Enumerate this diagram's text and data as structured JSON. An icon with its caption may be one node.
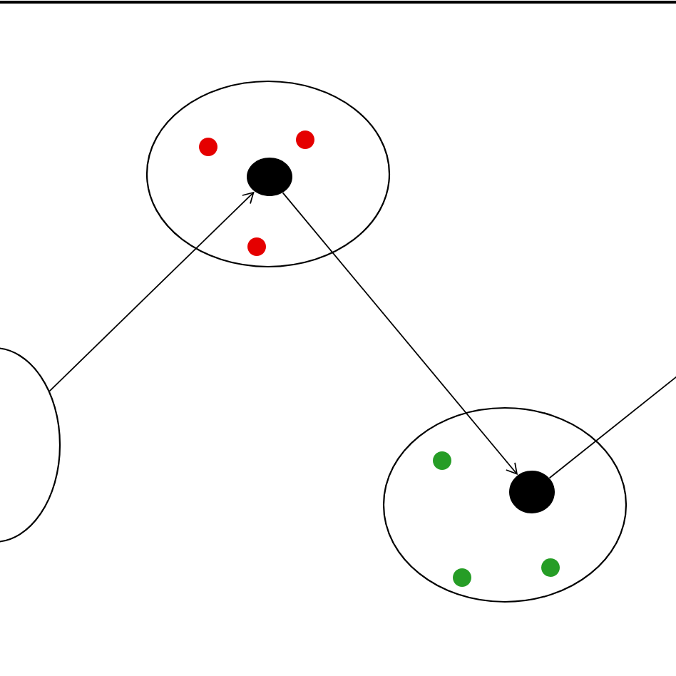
{
  "diagram": {
    "nodes": [
      {
        "text": [],
        "shape": "circle"
      },
      {
        "text": [],
        "shape": "circle"
      },
      {
        "text": [],
        "shape": "circle",
        "in": 1
      },
      {
        "text": [],
        "shape": "circle",
        "in": 1
      },
      {
        "text": [],
        "shape": "circle",
        "in": 1
      },
      {
        "text": [],
        "shape": "circle",
        "in": 1
      },
      {
        "text": [],
        "shape": "circle"
      },
      {
        "text": [],
        "shape": "circle",
        "in": 6
      },
      {
        "text": [],
        "shape": "circle",
        "in": 6
      },
      {
        "text": [],
        "shape": "circle",
        "in": 6
      },
      {
        "text": [],
        "shape": "circle",
        "in": 6
      }
    ],
    "edges": [
      {
        "from": 0,
        "to": 3,
        "arrow": "to"
      },
      {
        "from": 3,
        "to": 8,
        "arrow": "to"
      },
      {
        "from": 8,
        "to": null,
        "arrow": "none"
      }
    ]
  }
}
